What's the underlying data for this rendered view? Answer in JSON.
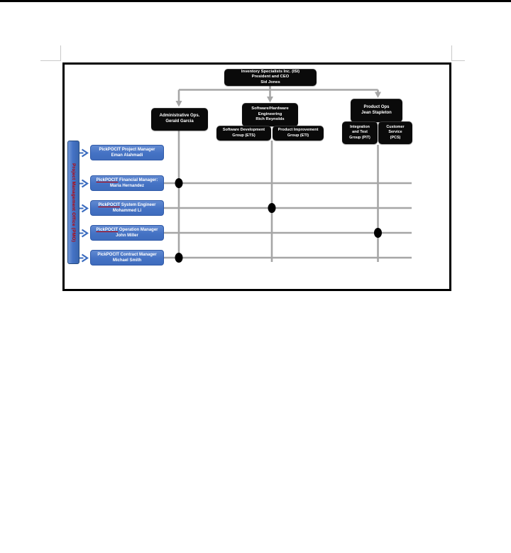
{
  "colors": {
    "accent_blue": "#4472C4",
    "underline_red": "#C00000",
    "line_gray": "#A6A6A6",
    "box_black": "#0A0A0A"
  },
  "org": {
    "root": {
      "line1": "Inventory Specialists Inc. (ISI)",
      "line2": "President and CEO",
      "line3": "Sid Jones"
    },
    "admin": {
      "line1": "Administrative Ops.",
      "line2": "Gerald Garcia"
    },
    "software": {
      "line1": "Software/Hardware",
      "line2": "Engineering",
      "line3": "Rich Reynolds"
    },
    "ets": {
      "line1": "Software Development",
      "line2": "Group (ETS)"
    },
    "eti": {
      "line1": "Product Improvement",
      "line2": "Group (ETI)"
    },
    "product": {
      "line1": "Product Ops",
      "line2": "Jean Stapleton"
    },
    "pit": {
      "line1": "Integration",
      "line2": "and Test",
      "line3": "Group (PIT)"
    },
    "pcs": {
      "line1": "Customer",
      "line2": "Service",
      "line3": "(PCS)"
    }
  },
  "pmo": {
    "label": "Project Management Office (PMO)"
  },
  "managers": [
    {
      "prefix": "PickPOCIT",
      "rest": " Project Manager",
      "name": "Eman Alahmadi"
    },
    {
      "prefix": "PickPOCIT",
      "rest": " Financial Manager:",
      "name": "Maria Hernandez"
    },
    {
      "prefix": "PickPOCIT",
      "rest": " System Engineer",
      "name": "Mohammed Li"
    },
    {
      "prefix": "PickPOCIT",
      "rest": " Operation Manager",
      "name": "John Miller"
    },
    {
      "prefix": "PickPOCIT",
      "rest": " Contract Manager",
      "name": "Michael Smith"
    }
  ],
  "matrix": {
    "columns": [
      "Administrative Ops.",
      "Software/Hardware Engineering",
      "Product Ops"
    ],
    "assignments": [
      {
        "manager": "PickPOCIT Financial Manager",
        "reports_to_column": "Administrative Ops."
      },
      {
        "manager": "PickPOCIT System Engineer",
        "reports_to_column": "Software/Hardware Engineering"
      },
      {
        "manager": "PickPOCIT Operation Manager",
        "reports_to_column": "Product Ops"
      },
      {
        "manager": "PickPOCIT Contract Manager",
        "reports_to_column": "Administrative Ops."
      }
    ]
  }
}
